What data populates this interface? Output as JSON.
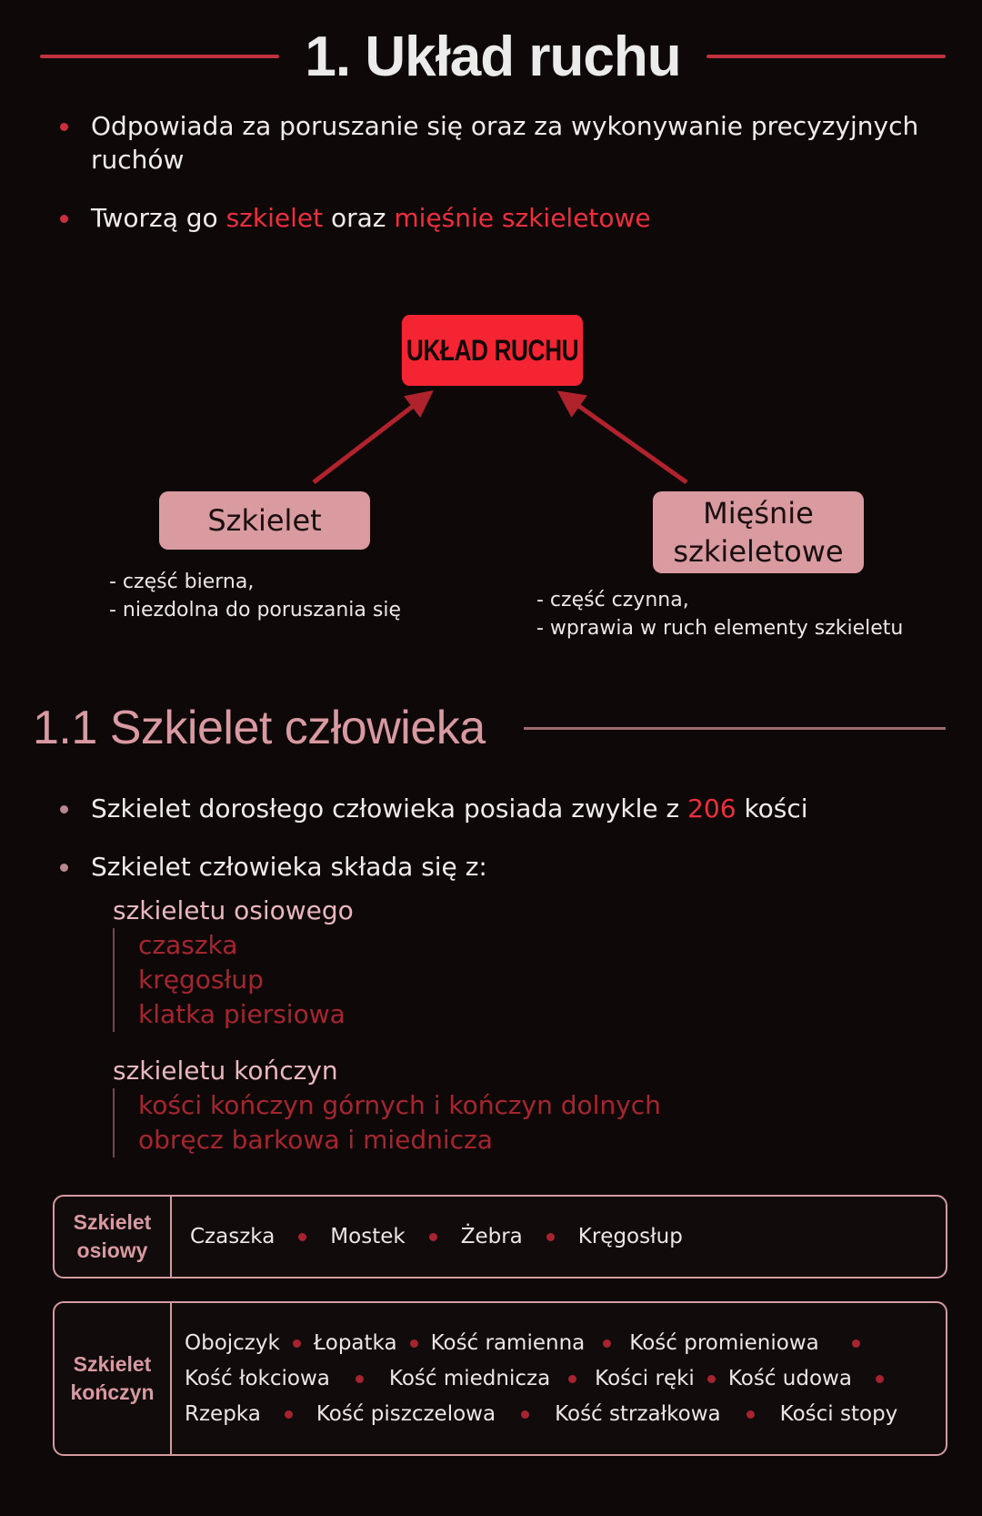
{
  "section1": {
    "title": "1. Układ ruchu",
    "bullets": [
      {
        "text": "Odpowiada za poruszanie się oraz za wykonywanie precyzyjnych ruchów"
      },
      {
        "prefix": "Tworzą go ",
        "hl1": "szkielet",
        "mid": " oraz ",
        "hl2": "mięśnie szkieletowe"
      }
    ]
  },
  "diagram": {
    "main": "UKŁAD RUCHU",
    "left": {
      "label": "Szkielet",
      "desc": [
        "- część bierna,",
        "- niezdolna do poruszania się"
      ]
    },
    "right": {
      "label_line1": "Mięśnie",
      "label_line2": "szkieletowe",
      "desc": [
        "- część czynna,",
        "- wprawia w ruch elementy szkieletu"
      ]
    },
    "arrow_color": "#b0232c"
  },
  "section2": {
    "title": "1.1 Szkielet człowieka",
    "bullets": [
      {
        "prefix": "Szkielet dorosłego człowieka posiada zwykle z ",
        "hl": "206",
        "suffix": " kości"
      },
      {
        "text": "Szkielet człowieka składa się z:"
      }
    ],
    "tree": [
      {
        "head": "szkieletu osiowego",
        "items": [
          "czaszka",
          "kręgosłup",
          "klatka piersiowa"
        ]
      },
      {
        "head": "szkieletu kończyn",
        "items": [
          "kości kończyn górnych i kończyn dolnych",
          "obręcz barkowa i miednicza"
        ]
      }
    ]
  },
  "cards": {
    "axial": {
      "label_line1": "Szkielet",
      "label_line2": "osiowy",
      "items": [
        "Czaszka",
        "Mostek",
        "Żebra",
        "Kręgosłup"
      ]
    },
    "limbs": {
      "label_line1": "Szkielet",
      "label_line2": "kończyn",
      "rows": [
        [
          "Obojczyk",
          "Łopatka",
          "Kość ramienna",
          "Kość promieniowa"
        ],
        [
          "Kość łokciowa",
          "Kość miednicza",
          "Kości ręki",
          "Kość udowa"
        ],
        [
          "Rzepka",
          "Kość piszczelowa",
          "Kość strzałkowa",
          "Kości stopy"
        ]
      ]
    }
  },
  "colors": {
    "accent_red": "#ec2f3d",
    "pink": "#d99aa0",
    "background": "#0e0809"
  }
}
